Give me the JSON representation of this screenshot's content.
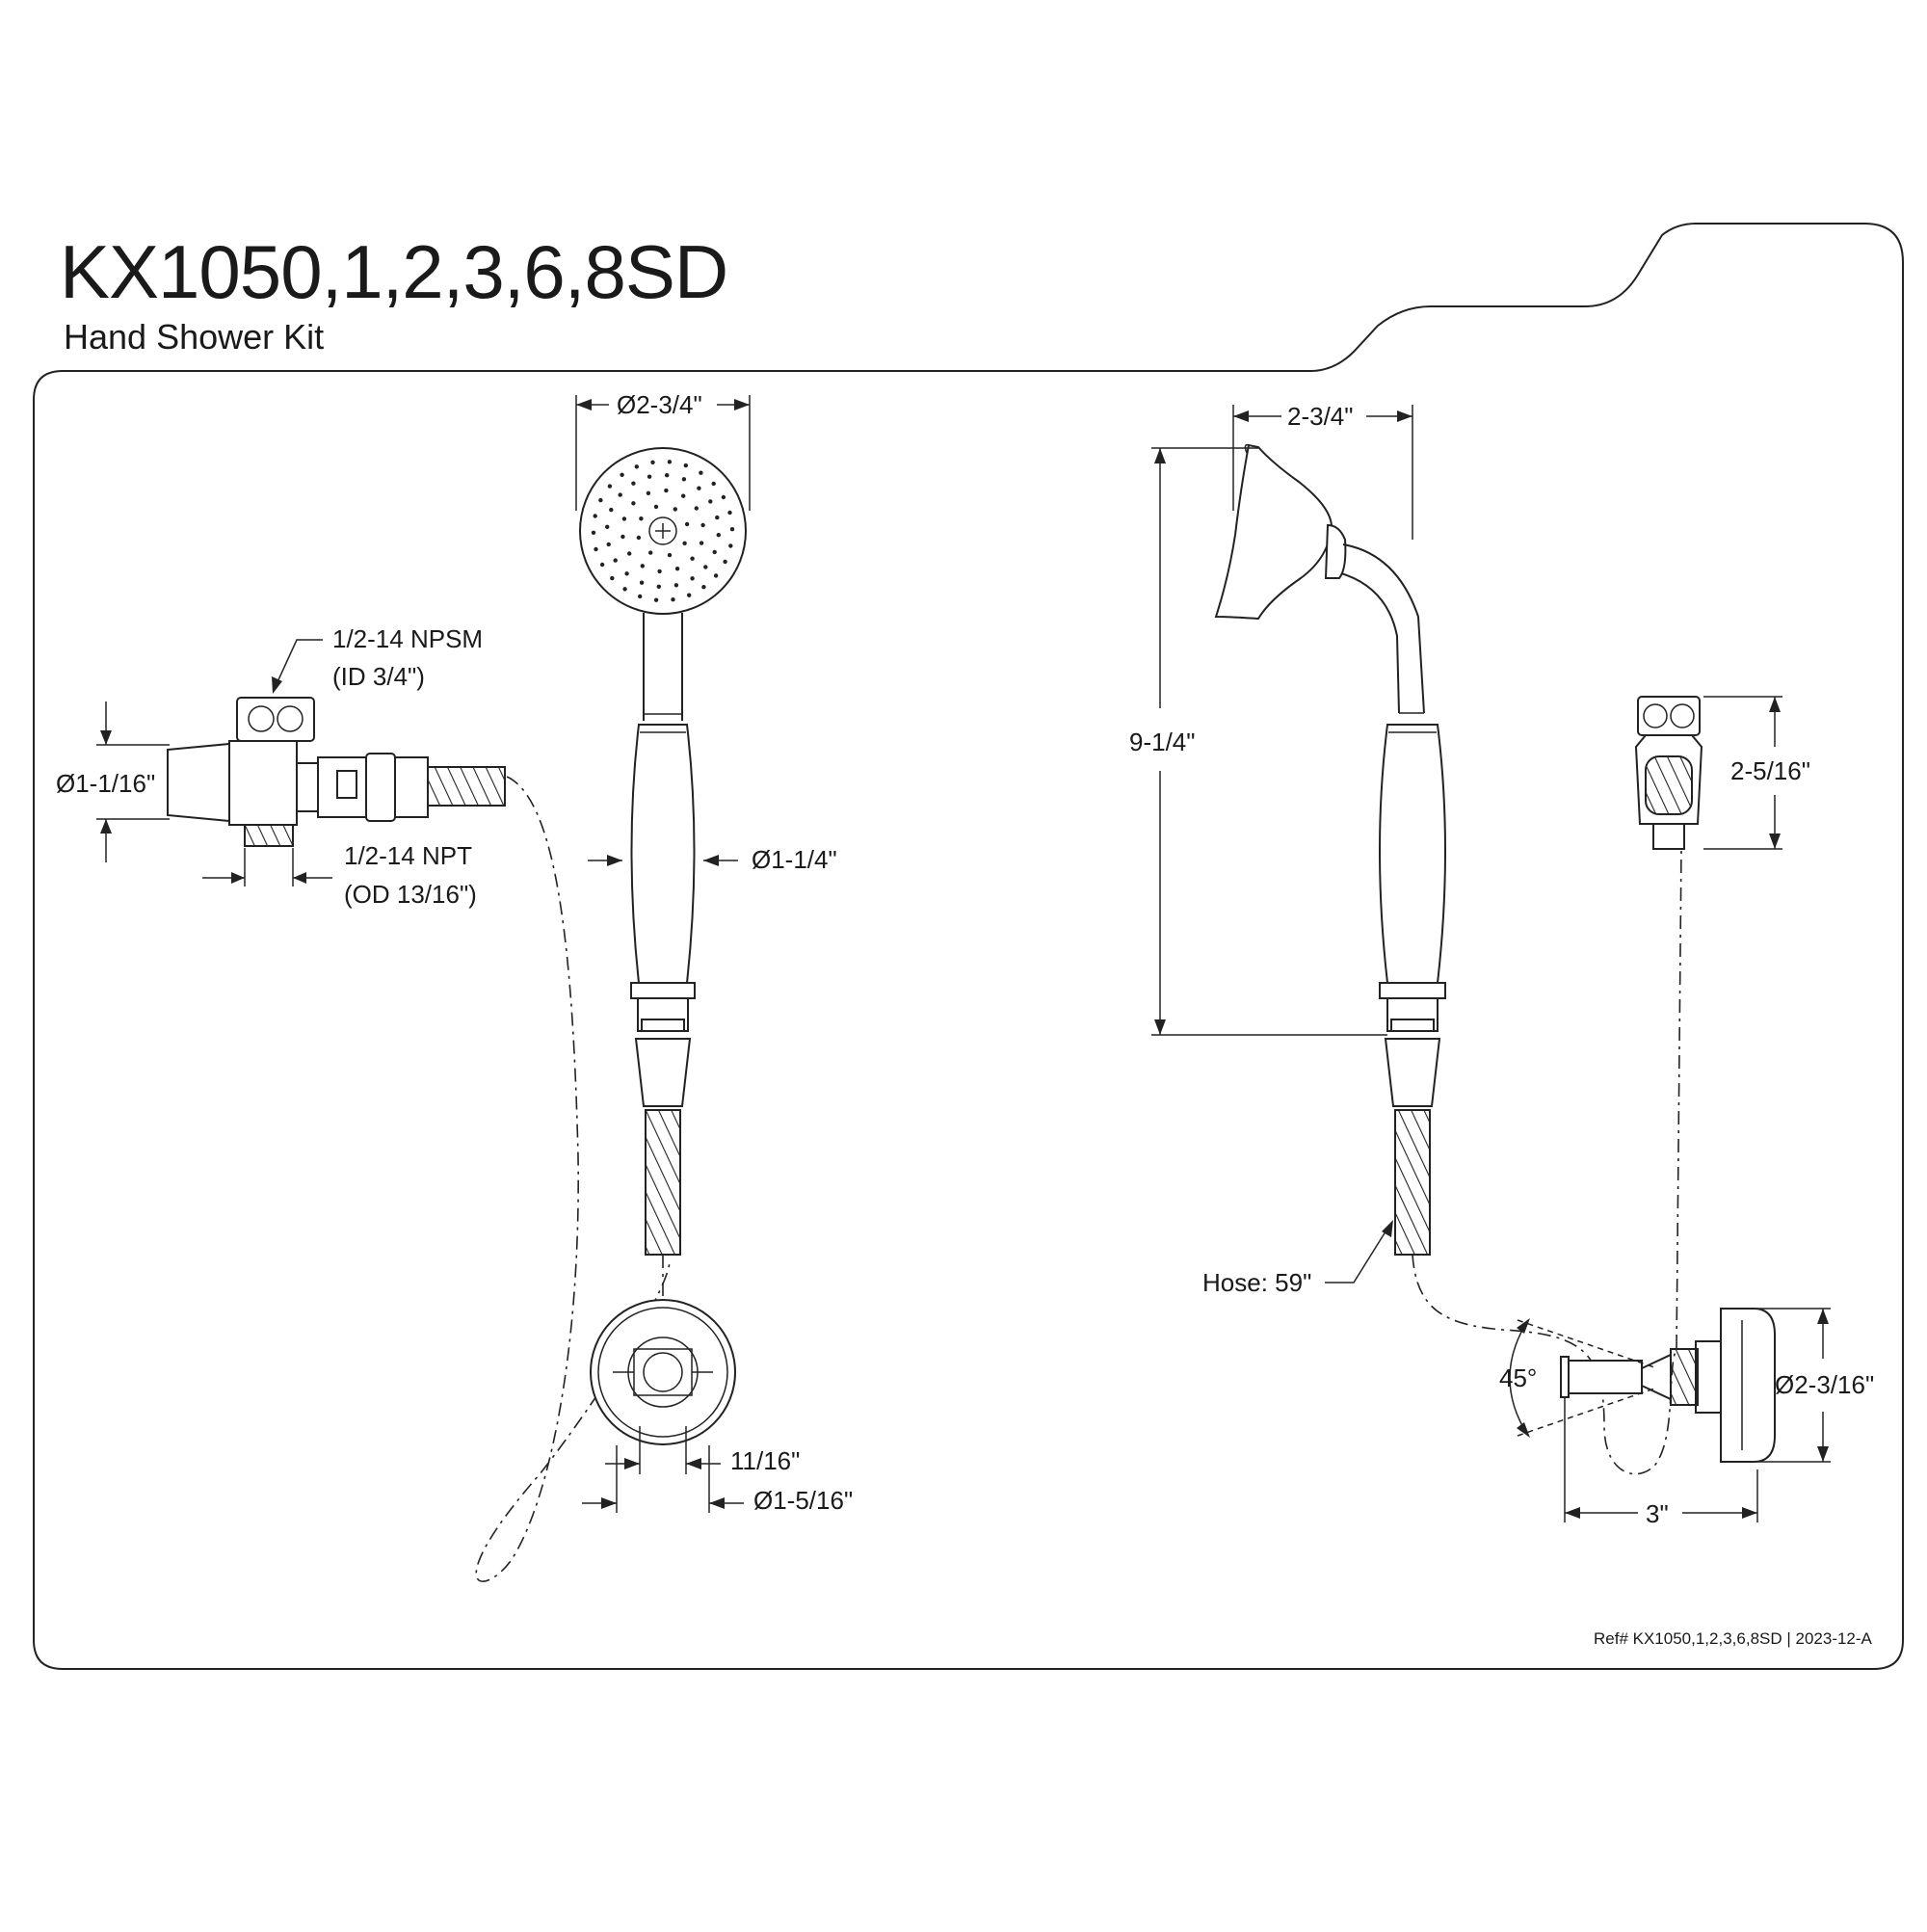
{
  "header": {
    "title": "KX1050,1,2,3,6,8SD",
    "subtitle": "Hand Shower Kit"
  },
  "dimensions": {
    "npsm_label": "1/2-14 NPSM",
    "npsm_id": "(ID 3/4\")",
    "adapter_dia": "Ø1-1/16\"",
    "npt_label": "1/2-14 NPT",
    "npt_od": "(OD 13/16\")",
    "head_dia": "Ø2-3/4\"",
    "handle_dia": "Ø1-1/4\"",
    "holder_slot": "11/16\"",
    "holder_dia": "Ø1-5/16\"",
    "head_depth": "2-3/4\"",
    "shower_length": "9-1/4\"",
    "bracket_height": "2-5/16\"",
    "hose_length": "Hose: 59\"",
    "angle": "45°",
    "flange_dia": "Ø2-3/16\"",
    "projection": "3\""
  },
  "footer": {
    "reference": "Ref# KX1050,1,2,3,6,8SD | 2023-12-A"
  }
}
